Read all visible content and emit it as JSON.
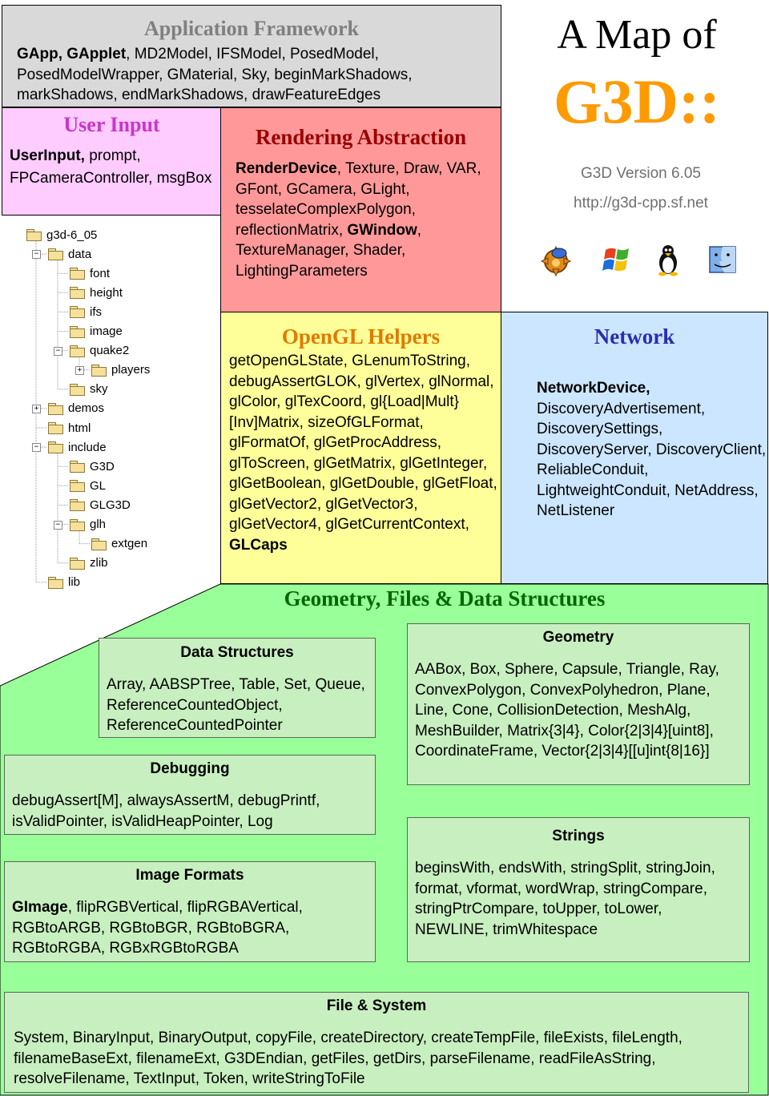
{
  "title": {
    "line1": "A Map of",
    "line2": "G3D::",
    "version": "G3D Version 6.05",
    "url": "http://g3d-cpp.sf.net"
  },
  "platform_icons": [
    "game-icon",
    "windows-icon",
    "linux-tux-icon",
    "mac-finder-icon"
  ],
  "colors": {
    "accent": "#ff9a00",
    "app_bg": "#d9d9d9",
    "input_bg": "#ffccff",
    "render_bg": "#ff9999",
    "opengl_bg": "#ffff99",
    "network_bg": "#cce6ff",
    "geo_bg": "#99ff99"
  },
  "app_framework": {
    "title": "Application Framework",
    "bold": "GApp, GApplet",
    "text": ", MD2Model, IFSModel, PosedModel, PosedModelWrapper, GMaterial, Sky, beginMarkShadows, markShadows, endMarkShadows, drawFeatureEdges"
  },
  "user_input": {
    "title": "User Input",
    "bold": "UserInput,",
    "text": " prompt, FPCameraController, msgBox"
  },
  "rendering": {
    "title": "Rendering Abstraction",
    "bold1": "RenderDevice",
    "text1": ", Texture, Draw, VAR, GFont, GCamera, GLight, tesselateComplexPolygon, reflectionMatrix, ",
    "bold2": "GWindow",
    "text2": ", TextureManager, Shader, LightingParameters"
  },
  "opengl": {
    "title": "OpenGL Helpers",
    "text": "getOpenGLState, GLenumToString, debugAssertGLOK, glVertex, glNormal, glColor, glTexCoord, gl{Load|Mult}[Inv]Matrix, sizeOfGLFormat, glFormatOf, glGetProcAddress, glToScreen, glGetMatrix, glGetInteger, glGetBoolean, glGetDouble, glGetFloat, glGetVector2, glGetVector3, glGetVector4, glGetCurrentContext, ",
    "bold": "GLCaps"
  },
  "network": {
    "title": "Network",
    "bold": "NetworkDevice,",
    "text": " DiscoveryAdvertisement, DiscoverySettings, DiscoveryServer, DiscoveryClient, ReliableConduit, LightweightConduit, NetAddress, NetListener"
  },
  "tree": [
    {
      "label": "g3d-6_05",
      "depth": 0,
      "toggle": ""
    },
    {
      "label": "data",
      "depth": 1,
      "toggle": "-"
    },
    {
      "label": "font",
      "depth": 2,
      "toggle": ""
    },
    {
      "label": "height",
      "depth": 2,
      "toggle": ""
    },
    {
      "label": "ifs",
      "depth": 2,
      "toggle": ""
    },
    {
      "label": "image",
      "depth": 2,
      "toggle": ""
    },
    {
      "label": "quake2",
      "depth": 2,
      "toggle": "-"
    },
    {
      "label": "players",
      "depth": 3,
      "toggle": "+"
    },
    {
      "label": "sky",
      "depth": 2,
      "toggle": ""
    },
    {
      "label": "demos",
      "depth": 1,
      "toggle": "+"
    },
    {
      "label": "html",
      "depth": 1,
      "toggle": ""
    },
    {
      "label": "include",
      "depth": 1,
      "toggle": "-"
    },
    {
      "label": "G3D",
      "depth": 2,
      "toggle": ""
    },
    {
      "label": "GL",
      "depth": 2,
      "toggle": ""
    },
    {
      "label": "GLG3D",
      "depth": 2,
      "toggle": ""
    },
    {
      "label": "glh",
      "depth": 2,
      "toggle": "-"
    },
    {
      "label": "extgen",
      "depth": 3,
      "toggle": ""
    },
    {
      "label": "zlib",
      "depth": 2,
      "toggle": ""
    },
    {
      "label": "lib",
      "depth": 1,
      "toggle": ""
    }
  ],
  "geometry_section": {
    "title": "Geometry, Files & Data Structures",
    "data_structures": {
      "title": "Data Structures",
      "text": "Array, AABSPTree, Table, Set, Queue, ReferenceCountedObject, ReferenceCountedPointer"
    },
    "geometry": {
      "title": "Geometry",
      "text": "AABox, Box, Sphere, Capsule, Triangle, Ray, ConvexPolygon, ConvexPolyhedron, Plane, Line, Cone, CollisionDetection, MeshAlg, MeshBuilder, Matrix{3|4}, Color{2|3|4}[uint8], CoordinateFrame, Vector{2|3|4}[[u]int{8|16}]"
    },
    "debugging": {
      "title": "Debugging",
      "text": "debugAssert[M], alwaysAssertM, debugPrintf, isValidPointer, isValidHeapPointer, Log"
    },
    "image_formats": {
      "title": "Image Formats",
      "bold": "GImage",
      "text": ", flipRGBVertical, flipRGBAVertical, RGBtoARGB, RGBtoBGR, RGBtoBGRA, RGBtoRGBA, RGBxRGBtoRGBA"
    },
    "strings": {
      "title": "Strings",
      "text": "beginsWith, endsWith, stringSplit, stringJoin, format, vformat, wordWrap, stringCompare, stringPtrCompare, toUpper, toLower, NEWLINE, trimWhitespace"
    },
    "file_system": {
      "title": "File & System",
      "text": "System, BinaryInput, BinaryOutput, copyFile, createDirectory, createTempFile, fileExists, fileLength, filenameBaseExt, filenameExt, G3DEndian, getFiles, getDirs, parseFilename, readFileAsString, resolveFilename, TextInput, Token, writeStringToFile"
    }
  }
}
